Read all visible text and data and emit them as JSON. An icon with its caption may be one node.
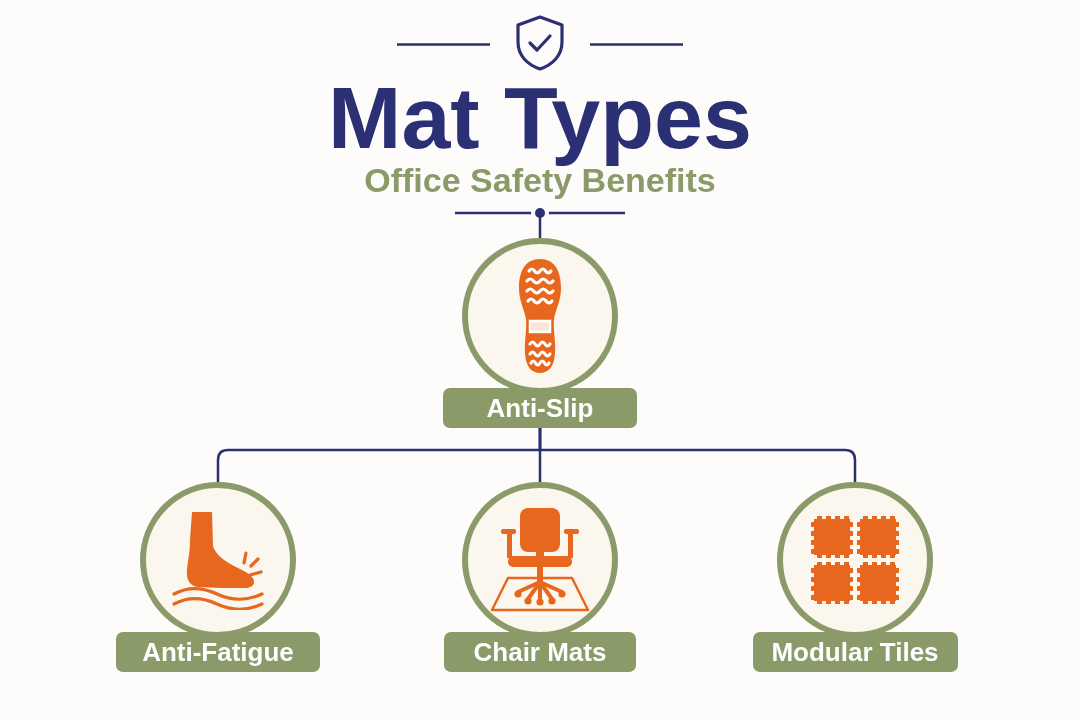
{
  "diagram": {
    "title": "Mat Types",
    "nodes": [
      {
        "text": [
          "Anti-Slip"
        ]
      },
      {
        "text": [
          "Anti-Fatigue"
        ]
      },
      {
        "text": [
          "Chair Mats"
        ]
      },
      {
        "text": [
          "Modular Tiles"
        ]
      }
    ],
    "edges": [
      {
        "from": 0,
        "to": 1,
        "arrow": "none"
      },
      {
        "from": 0,
        "to": 2,
        "arrow": "none"
      },
      {
        "from": 0,
        "to": 3,
        "arrow": "none"
      }
    ],
    "labels": [
      "Office Safety Benefits"
    ]
  }
}
